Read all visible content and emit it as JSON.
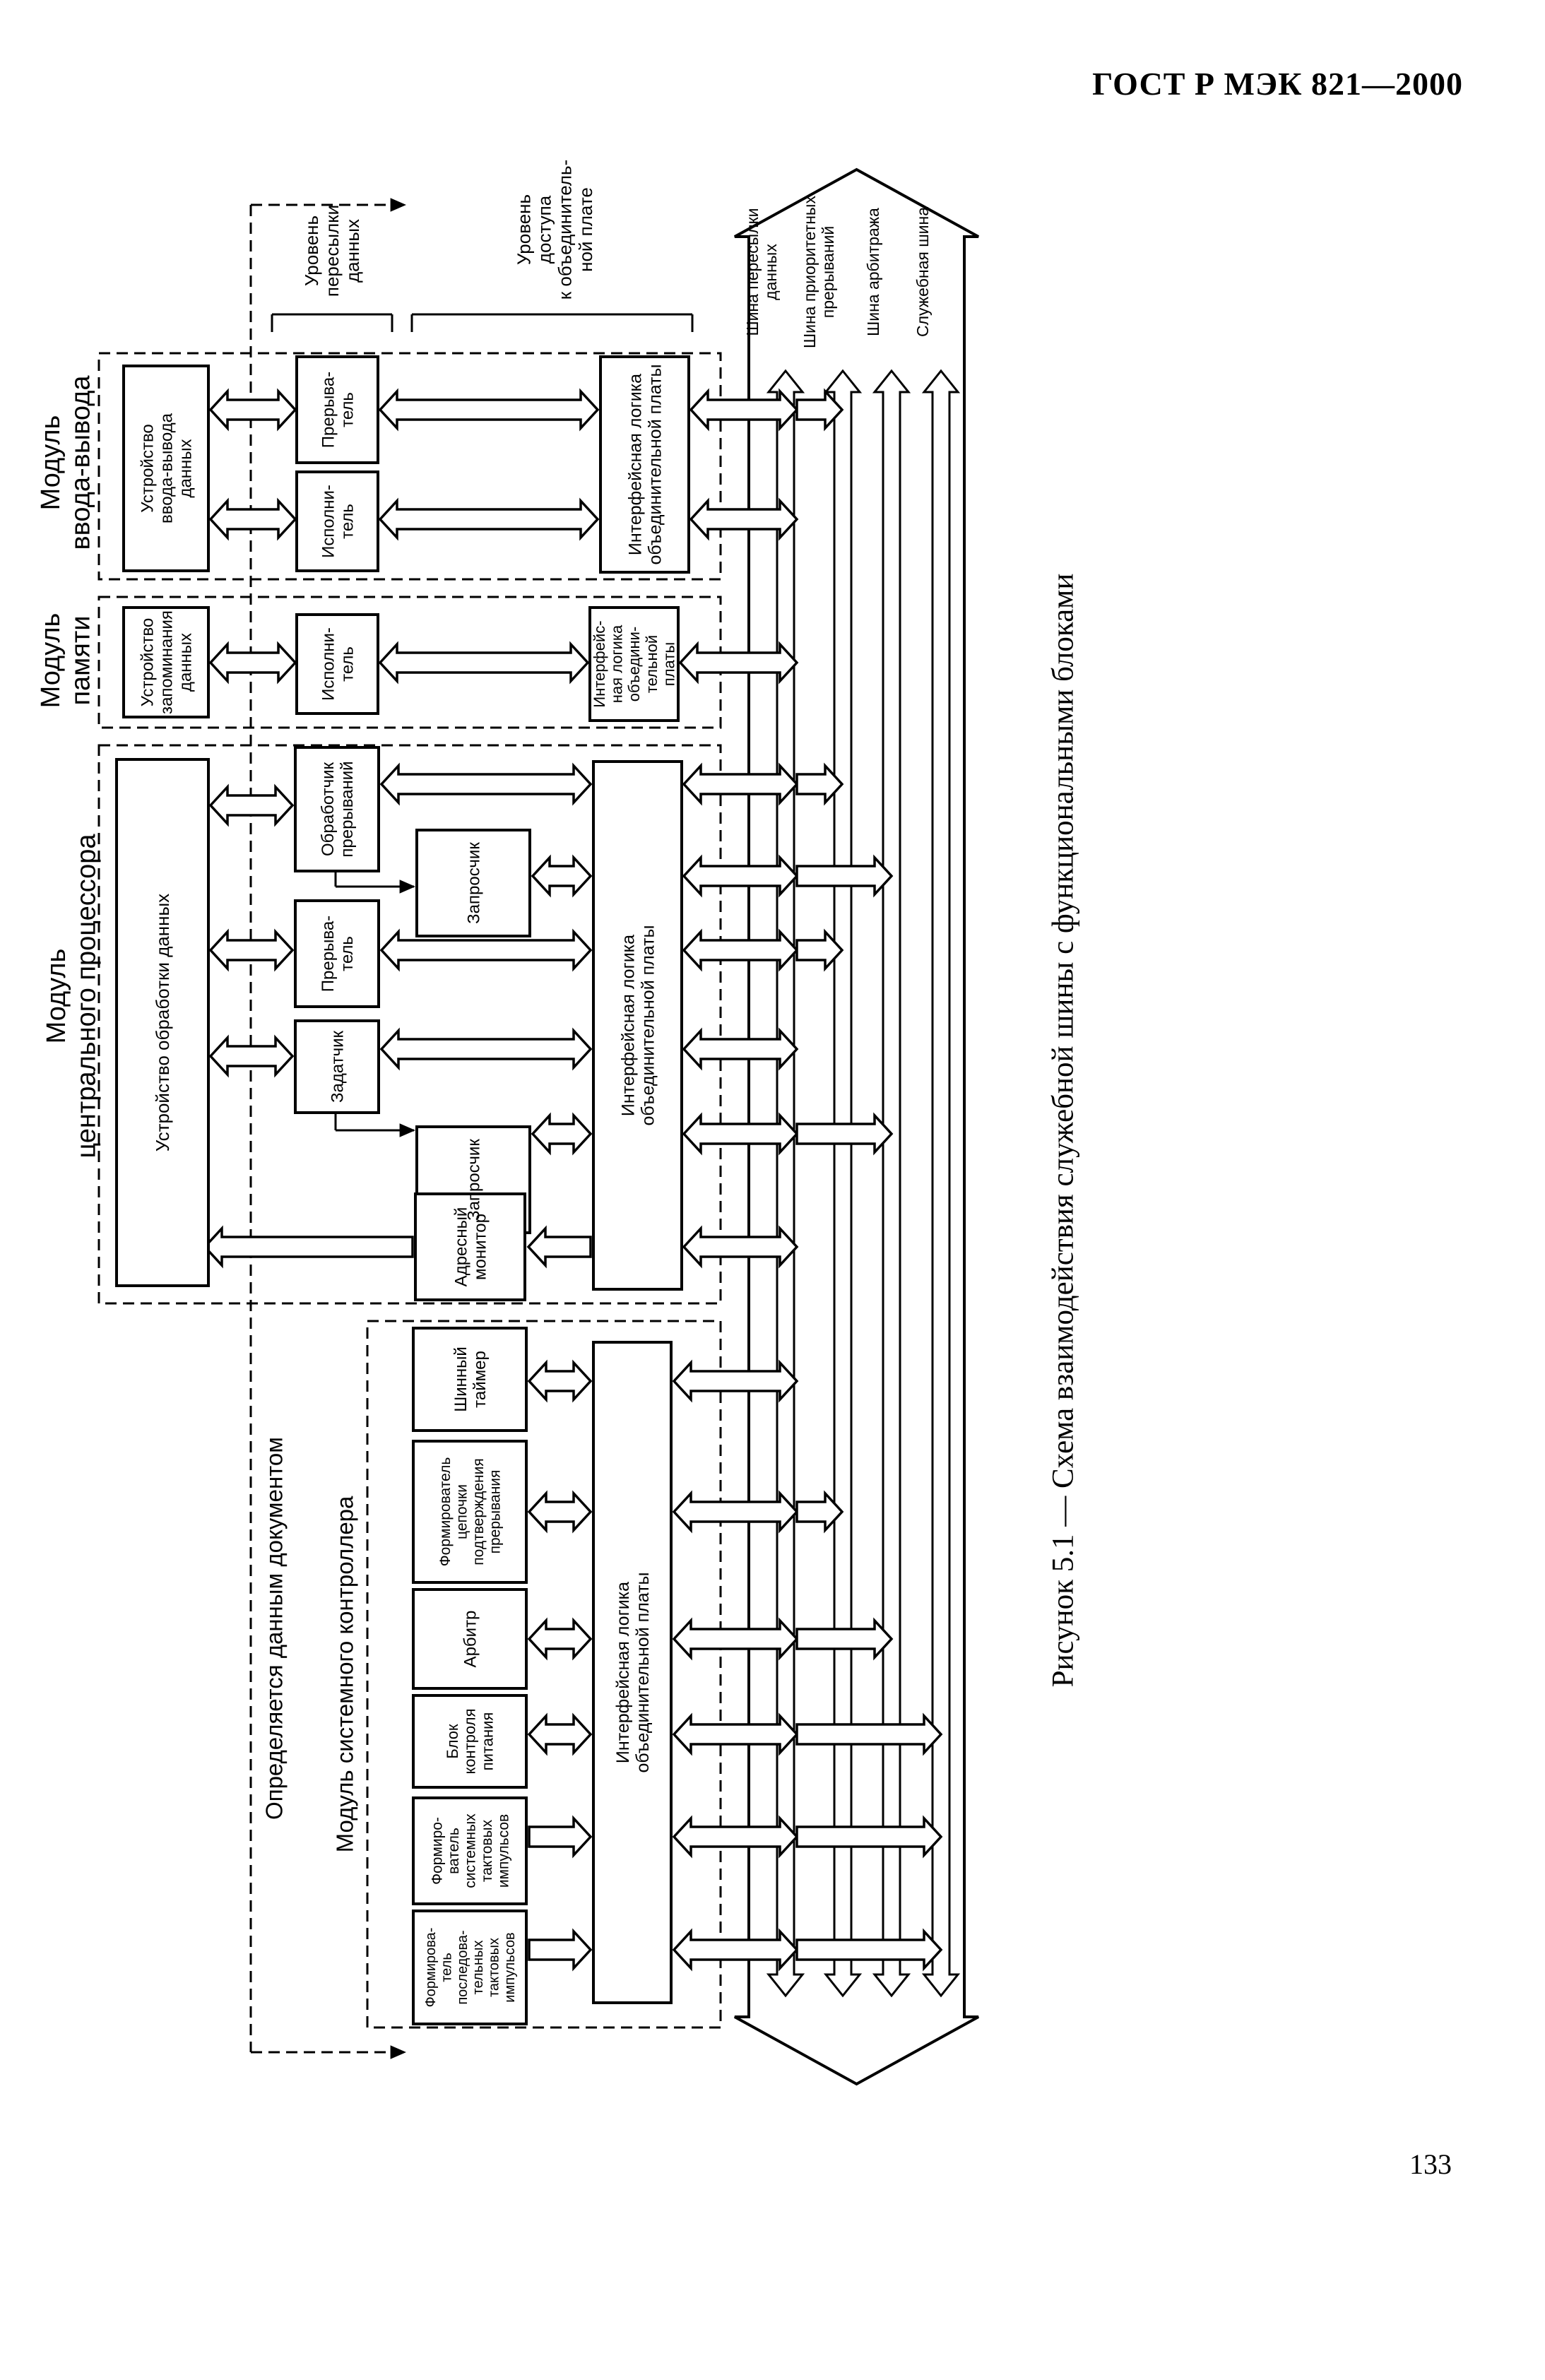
{
  "header": {
    "standard_code": "ГОСТ Р МЭК 821—2000"
  },
  "figure_caption": "Рисунок 5.1 — Схема взаимодействия служебной шины с функциональными блоками",
  "page_number": "133",
  "levels": {
    "data_transfer": [
      "Уровень",
      "пересылки",
      "данных"
    ],
    "backplane_access": [
      "Уровень",
      "доступа",
      "к объединитель-",
      "ной плате"
    ]
  },
  "defined_by_document": "Определяется данным документом",
  "buses": [
    [
      "Шина пересылки",
      "данных"
    ],
    [
      "Шина приоритетных",
      "прерываний"
    ],
    [
      "Шина арбитража"
    ],
    [
      "Служебная шина"
    ]
  ],
  "modules": {
    "io": {
      "title": [
        "Модуль",
        "ввода-вывода"
      ],
      "device": [
        "Устройство",
        "ввода-вывода",
        "данных"
      ],
      "interrupter": [
        "Прерыва-",
        "тель"
      ],
      "executor": [
        "Исполни-",
        "тель"
      ],
      "interface": [
        "Интерфейсная логика",
        "объединительной платы"
      ]
    },
    "memory": {
      "title": [
        "Модуль",
        "памяти"
      ],
      "device": [
        "Устройство",
        "запоминания",
        "данных"
      ],
      "executor": [
        "Исполни-",
        "тель"
      ],
      "interface": [
        "Интерфейс-",
        "ная логика",
        "объедини-",
        "тельной",
        "платы"
      ]
    },
    "cpu": {
      "title": [
        "Модуль",
        "центрального процессора"
      ],
      "device": [
        "Устройство обработки данных"
      ],
      "interrupt_handler": [
        "Обработчик",
        "прерываний"
      ],
      "interrupter": [
        "Прерыва-",
        "тель"
      ],
      "master": [
        "Задатчик"
      ],
      "requester": [
        "Запросчик"
      ],
      "address_monitor": [
        "Адресный",
        "монитор"
      ],
      "interface": [
        "Интерфейсная логика",
        "объединительной платы"
      ]
    },
    "system_controller": {
      "title": "Модуль системного контроллера",
      "bus_timer": [
        "Шинный",
        "таймер"
      ],
      "ack_chain_former": [
        "Формирователь",
        "цепочки",
        "подтверждения",
        "прерывания"
      ],
      "arbiter": [
        "Арбитр"
      ],
      "power_monitor": [
        "Блок",
        "контроля",
        "питания"
      ],
      "system_clock": [
        "Формиро-",
        "ватель",
        "системных",
        "тактовых",
        "импульсов"
      ],
      "serial_clock": [
        "Формирова-",
        "тель",
        "последова-",
        "тельных",
        "тактовых",
        "импульсов"
      ],
      "interface": [
        "Интерфейсная логика",
        "объединительной платы"
      ]
    }
  }
}
